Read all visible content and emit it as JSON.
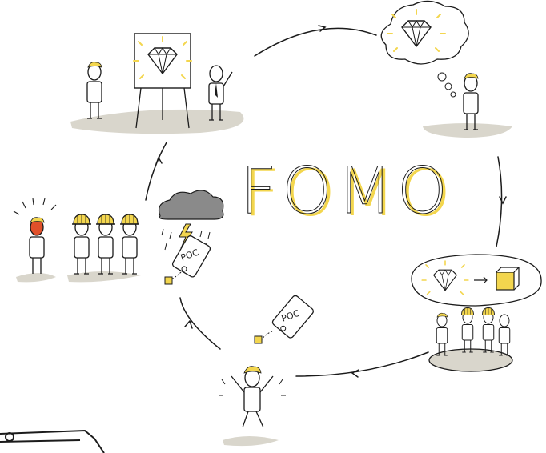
{
  "title": "FOMO",
  "tags": [
    "POC",
    "POC"
  ],
  "colors": {
    "ink": "#1b1b1b",
    "accent_yellow": "#f3d64e",
    "ground_gray": "#d9d6cc",
    "cloud_gray": "#8a8a8a",
    "alert_red": "#e0502a"
  },
  "scenes": [
    {
      "id": "presenting-diamond",
      "icons": [
        "whiteboard-icon",
        "diamond-icon",
        "person-icon",
        "presenter-icon"
      ]
    },
    {
      "id": "dreaming-diamond",
      "icons": [
        "thought-bubble-icon",
        "diamond-icon",
        "person-icon"
      ]
    },
    {
      "id": "team-planning",
      "icons": [
        "diamond-icon",
        "arrow-icon",
        "box-icon",
        "team-table-icon"
      ]
    },
    {
      "id": "celebrating-poc",
      "icons": [
        "poc-tag-icon",
        "jumping-person-icon"
      ]
    },
    {
      "id": "storm-poc",
      "icons": [
        "storm-cloud-icon",
        "lightning-icon",
        "poc-tag-icon"
      ]
    },
    {
      "id": "hardhat-crew",
      "icons": [
        "alarmed-person-icon",
        "hardhat-worker-icon"
      ]
    }
  ]
}
